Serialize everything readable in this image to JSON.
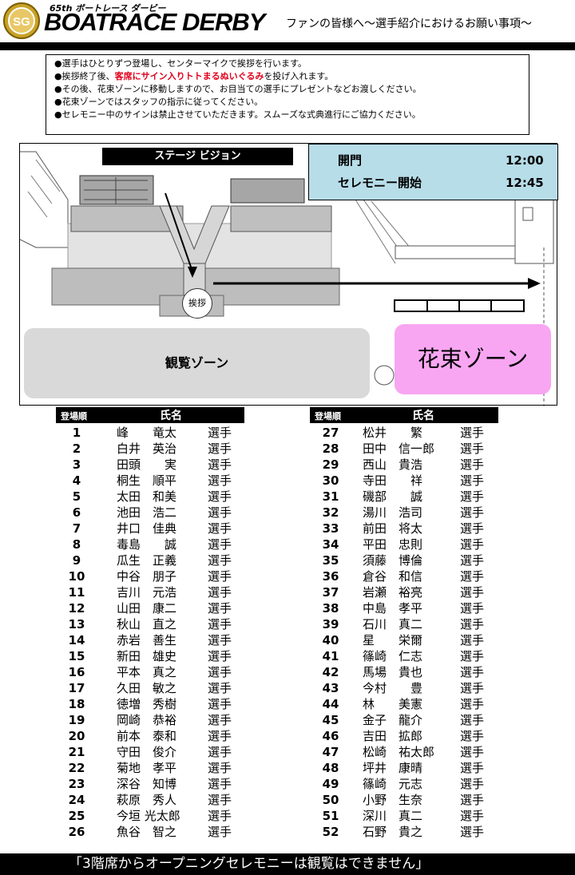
{
  "header": {
    "edition": "65th ボートレース ダービー",
    "logo_text": "SG",
    "title": "BOATRACE DERBY",
    "subtitle": "ファンの皆様へ～選手紹介におけるお願い事項～"
  },
  "notice": {
    "lines": [
      {
        "pre": "●選手はひとりずつ登場し、センターマイクで挨拶を行います。",
        "em": "",
        "post": ""
      },
      {
        "pre": "●挨拶終了後、",
        "em": "客席にサイン入りトトまるぬいぐるみ",
        "post": "を投げ入れます。"
      },
      {
        "pre": "●その後、花束ゾーンに移動しますので、お目当ての選手にプレゼントなどお渡しください。",
        "em": "",
        "post": ""
      },
      {
        "pre": "●花束ゾーンではスタッフの指示に従ってください。",
        "em": "",
        "post": ""
      },
      {
        "pre": "●セレモニー中のサインは禁止させていただきます。スムーズな式典進行にご協力ください。",
        "em": "",
        "post": ""
      }
    ]
  },
  "map": {
    "stage_vision": "ステージ ビジョン",
    "gate_label": "開門",
    "gate_time": "12:00",
    "ceremony_label": "セレモニー開始",
    "ceremony_time": "12:45",
    "greeting": "挨拶",
    "viewing_zone": "観覧ゾーン",
    "flower_zone": "花束ゾーン",
    "colors": {
      "time_box": "#b7dde8",
      "flower_zone": "#f8a6f2",
      "viewing_zone": "#d9d9d9"
    }
  },
  "table_headers": {
    "order": "登場順",
    "name": "氏名"
  },
  "suffix": "選手",
  "left_list": [
    {
      "n": "1",
      "name": "峰　　竜太"
    },
    {
      "n": "2",
      "name": "白井　英治"
    },
    {
      "n": "3",
      "name": "田頭　　実"
    },
    {
      "n": "4",
      "name": "桐生　順平"
    },
    {
      "n": "5",
      "name": "太田　和美"
    },
    {
      "n": "6",
      "name": "池田　浩二"
    },
    {
      "n": "7",
      "name": "井口　佳典"
    },
    {
      "n": "8",
      "name": "毒島　　誠"
    },
    {
      "n": "9",
      "name": "瓜生　正義"
    },
    {
      "n": "10",
      "name": "中谷　朋子"
    },
    {
      "n": "11",
      "name": "吉川　元浩"
    },
    {
      "n": "12",
      "name": "山田　康二"
    },
    {
      "n": "13",
      "name": "秋山　直之"
    },
    {
      "n": "14",
      "name": "赤岩　善生"
    },
    {
      "n": "15",
      "name": "新田　雄史"
    },
    {
      "n": "16",
      "name": "平本　真之"
    },
    {
      "n": "17",
      "name": "久田　敏之"
    },
    {
      "n": "18",
      "name": "徳増　秀樹"
    },
    {
      "n": "19",
      "name": "岡崎　恭裕"
    },
    {
      "n": "20",
      "name": "前本　泰和"
    },
    {
      "n": "21",
      "name": "守田　俊介"
    },
    {
      "n": "22",
      "name": "菊地　孝平"
    },
    {
      "n": "23",
      "name": "深谷　知博"
    },
    {
      "n": "24",
      "name": "萩原　秀人"
    },
    {
      "n": "25",
      "name": "今垣 光太郎"
    },
    {
      "n": "26",
      "name": "魚谷　智之"
    }
  ],
  "right_list": [
    {
      "n": "27",
      "name": "松井　　繁"
    },
    {
      "n": "28",
      "name": "田中　信一郎"
    },
    {
      "n": "29",
      "name": "西山　貴浩"
    },
    {
      "n": "30",
      "name": "寺田　　祥"
    },
    {
      "n": "31",
      "name": "磯部　　誠"
    },
    {
      "n": "32",
      "name": "湯川　浩司"
    },
    {
      "n": "33",
      "name": "前田　将太"
    },
    {
      "n": "34",
      "name": "平田　忠則"
    },
    {
      "n": "35",
      "name": "須藤　博倫"
    },
    {
      "n": "36",
      "name": "倉谷　和信"
    },
    {
      "n": "37",
      "name": "岩瀬　裕亮"
    },
    {
      "n": "38",
      "name": "中島　孝平"
    },
    {
      "n": "39",
      "name": "石川　真二"
    },
    {
      "n": "40",
      "name": "星　　栄爾"
    },
    {
      "n": "41",
      "name": "篠崎　仁志"
    },
    {
      "n": "42",
      "name": "馬場　貴也"
    },
    {
      "n": "43",
      "name": "今村　　豊"
    },
    {
      "n": "44",
      "name": "林　　美憲"
    },
    {
      "n": "45",
      "name": "金子　龍介"
    },
    {
      "n": "46",
      "name": "吉田　拡郎"
    },
    {
      "n": "47",
      "name": "松崎　祐太郎"
    },
    {
      "n": "48",
      "name": "坪井　康晴"
    },
    {
      "n": "49",
      "name": "篠崎　元志"
    },
    {
      "n": "50",
      "name": "小野　生奈"
    },
    {
      "n": "51",
      "name": "深川　真二"
    },
    {
      "n": "52",
      "name": "石野　貴之"
    }
  ],
  "footer": "「3階席からオープニングセレモニーは観覧はできません」"
}
